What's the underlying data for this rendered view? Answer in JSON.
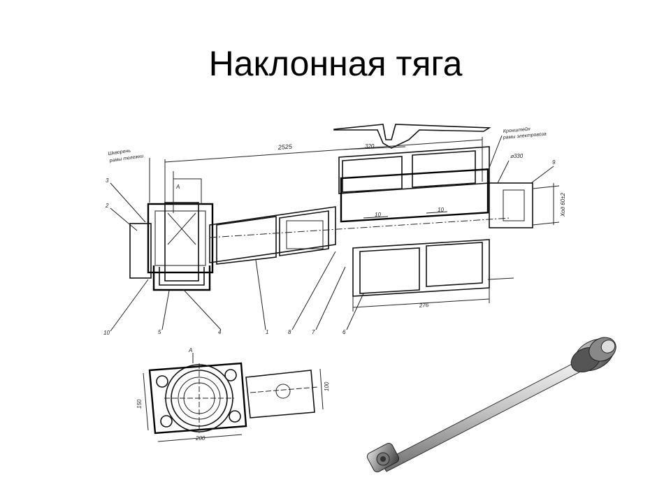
{
  "slide": {
    "title": "Наклонная тяга"
  },
  "drawing": {
    "dimension_overall": "2525",
    "dimension_top": "320",
    "dimension_bottom": "276",
    "dimension_inner_left": "10",
    "dimension_inner_right": "10",
    "diameter": "⌀330",
    "dim_vertical_right": "Ход 60±2",
    "label_left_note_1": "Шкворень",
    "label_left_note_2": "рамы тележки",
    "label_right_note_1": "Кронштейн",
    "label_right_note_2": "рамы электровоза",
    "section_mark": "А",
    "section_mark_arrow": "А",
    "callouts": [
      "3",
      "2",
      "10",
      "5",
      "4",
      "1",
      "8",
      "7",
      "6",
      "9"
    ],
    "view_dim_width": "200",
    "view_dim_height": "150",
    "view_dim_right": "100"
  },
  "render_3d": {
    "label": ""
  }
}
